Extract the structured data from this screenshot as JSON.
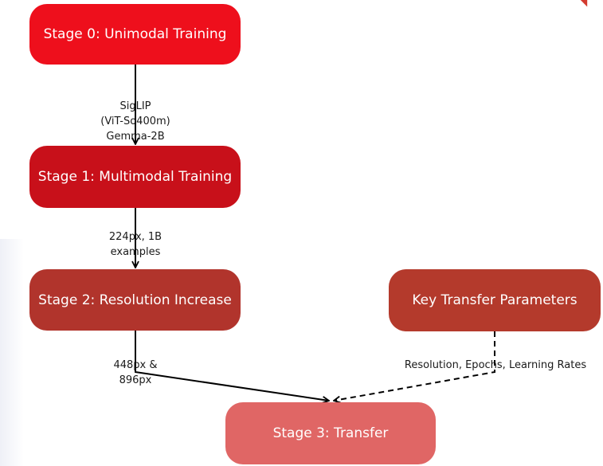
{
  "nodes": {
    "stage0": "Stage 0: Unimodal Training",
    "stage1": "Stage 1: Multimodal Training",
    "stage2": "Stage 2: Resolution Increase",
    "key_params": "Key Transfer Parameters",
    "stage3": "Stage 3:  Transfer"
  },
  "edges": {
    "stage0_to_stage1": [
      "SigLIP",
      "(ViT-So400m)",
      "Gemma-2B"
    ],
    "stage1_to_stage2": [
      "224px, 1B",
      "examples"
    ],
    "stage2_to_stage3": [
      "448px &",
      "896px"
    ],
    "key_params_to_stage3": "Resolution, Epochs, Learning Rates"
  },
  "colors": {
    "stage0": "#ee0f1c",
    "stage1": "#c8101a",
    "stage2": "#b1342c",
    "key_params": "#b43a2c",
    "stage3": "#e06665"
  }
}
